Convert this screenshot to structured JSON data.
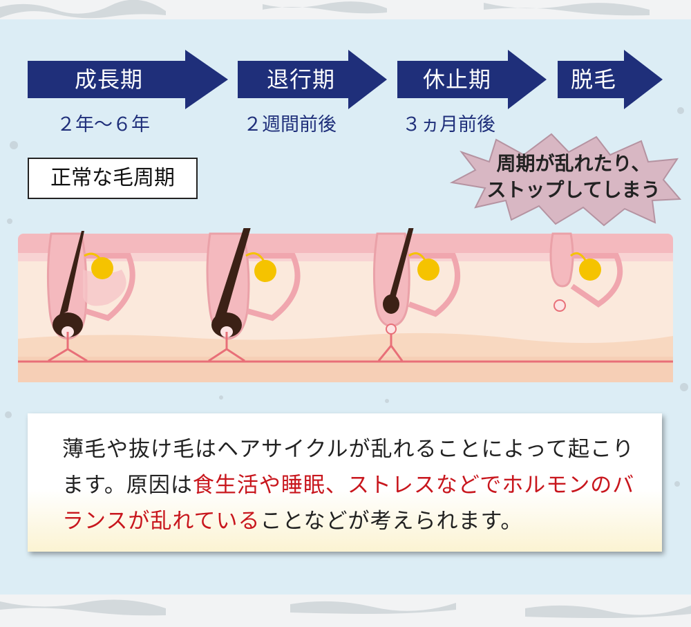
{
  "phases": [
    {
      "label": "成長期",
      "duration": "２年〜６年"
    },
    {
      "label": "退行期",
      "duration": "２週間前後"
    },
    {
      "label": "休止期",
      "duration": "３ヵ月前後"
    },
    {
      "label": "脱毛",
      "duration": ""
    }
  ],
  "normal_cycle_label": "正常な毛周期",
  "disruption_note": {
    "line1": "周期が乱れたり、",
    "line2": "ストップしてしまう"
  },
  "explanation": {
    "part1": "薄毛や抜け毛はヘアサイクルが乱れることによって起こります。原因は",
    "part2_red": "食生活や睡眠、ストレスなどでホルモンのバランスが乱れている",
    "part3": "ことなどが考えられます。"
  },
  "colors": {
    "arrow": "#1f2f7a",
    "accent_red": "#c8161d",
    "skin_pink": "#f4b9be",
    "background": "#dcedf5"
  }
}
